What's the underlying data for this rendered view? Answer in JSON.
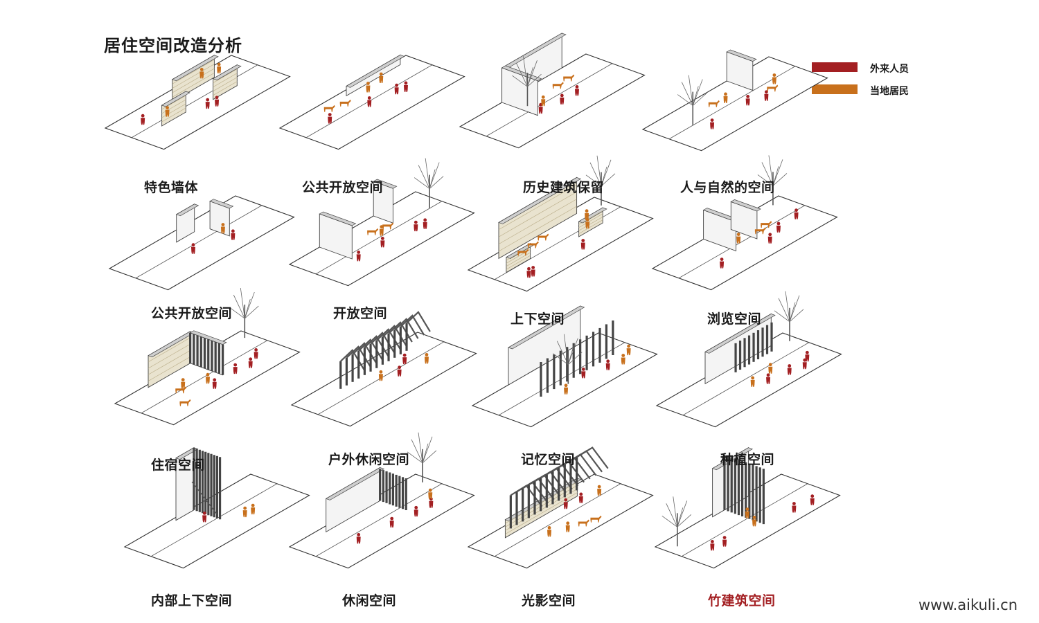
{
  "title": "居住空间改造分析",
  "colors": {
    "outsider": "#a31f22",
    "local": "#c8701c",
    "highlight_label": "#a31f22"
  },
  "legend": [
    {
      "label": "外来人员",
      "color": "#a31f22"
    },
    {
      "label": "当地居民",
      "color": "#c8701c"
    }
  ],
  "diagrams": [
    {
      "label": "特色墙体",
      "scene": "walls"
    },
    {
      "label": "公共开放空间",
      "scene": "longwall"
    },
    {
      "label": "历史建筑保留",
      "scene": "corner"
    },
    {
      "label": "人与自然的空间",
      "scene": "nature"
    },
    {
      "label": "公共开放空间",
      "scene": "twopanels"
    },
    {
      "label": "开放空间",
      "scene": "gables"
    },
    {
      "label": "上下空间",
      "scene": "stonewall"
    },
    {
      "label": "浏览空间",
      "scene": "slanted"
    },
    {
      "label": "住宿空间",
      "scene": "house"
    },
    {
      "label": "户外休闲空间",
      "scene": "pergola"
    },
    {
      "label": "记忆空间",
      "scene": "frame"
    },
    {
      "label": "种植空间",
      "scene": "compound"
    },
    {
      "label": "内部上下空间",
      "scene": "tower"
    },
    {
      "label": "休闲空间",
      "scene": "twinhouse"
    },
    {
      "label": "光影空间",
      "scene": "lightshadow"
    },
    {
      "label": "竹建筑空间",
      "scene": "bamboo",
      "highlight": true
    }
  ],
  "watermark": "www.aikuli.cn"
}
